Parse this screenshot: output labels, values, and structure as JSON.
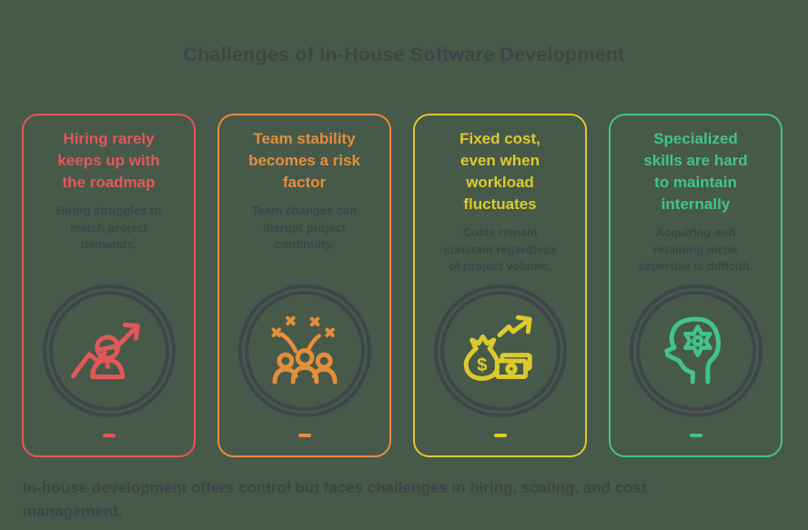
{
  "page": {
    "background_color": "#475949",
    "ink_color": "#3f444a",
    "title": "Challenges of In-House Software Development"
  },
  "cards": [
    {
      "accent_color": "#e25858",
      "title_lines": [
        "Hiring rarely",
        "keeps up with",
        "the roadmap"
      ],
      "description_lines": [
        "Hiring struggles to",
        "match project",
        "demands."
      ],
      "icon": "person-growth-arrow-icon",
      "marker": "-"
    },
    {
      "accent_color": "#e58e3b",
      "title_lines": [
        "Team stability",
        "becomes a risk",
        "factor"
      ],
      "description_lines": [
        "Team changes can",
        "disrupt project",
        "continuity."
      ],
      "icon": "team-celebration-icon",
      "marker": "-"
    },
    {
      "accent_color": "#dcca2d",
      "title_lines": [
        "Fixed cost,",
        "even when",
        "workload",
        "fluctuates"
      ],
      "description_lines": [
        "Costs remain",
        "constant regardless",
        "of project volume."
      ],
      "icon": "money-bag-growth-icon",
      "icon_text": "$",
      "marker": "-"
    },
    {
      "accent_color": "#41c38e",
      "title_lines": [
        "Specialized",
        "skills are hard",
        "to maintain",
        "internally"
      ],
      "description_lines": [
        "Acquiring and",
        "retaining niche",
        "expertise is difficult."
      ],
      "icon": "head-gear-icon",
      "marker": "-"
    }
  ],
  "footer": {
    "lines": [
      "In-house development offers control but faces challenges in hiring, scaling, and cost",
      "management."
    ]
  }
}
